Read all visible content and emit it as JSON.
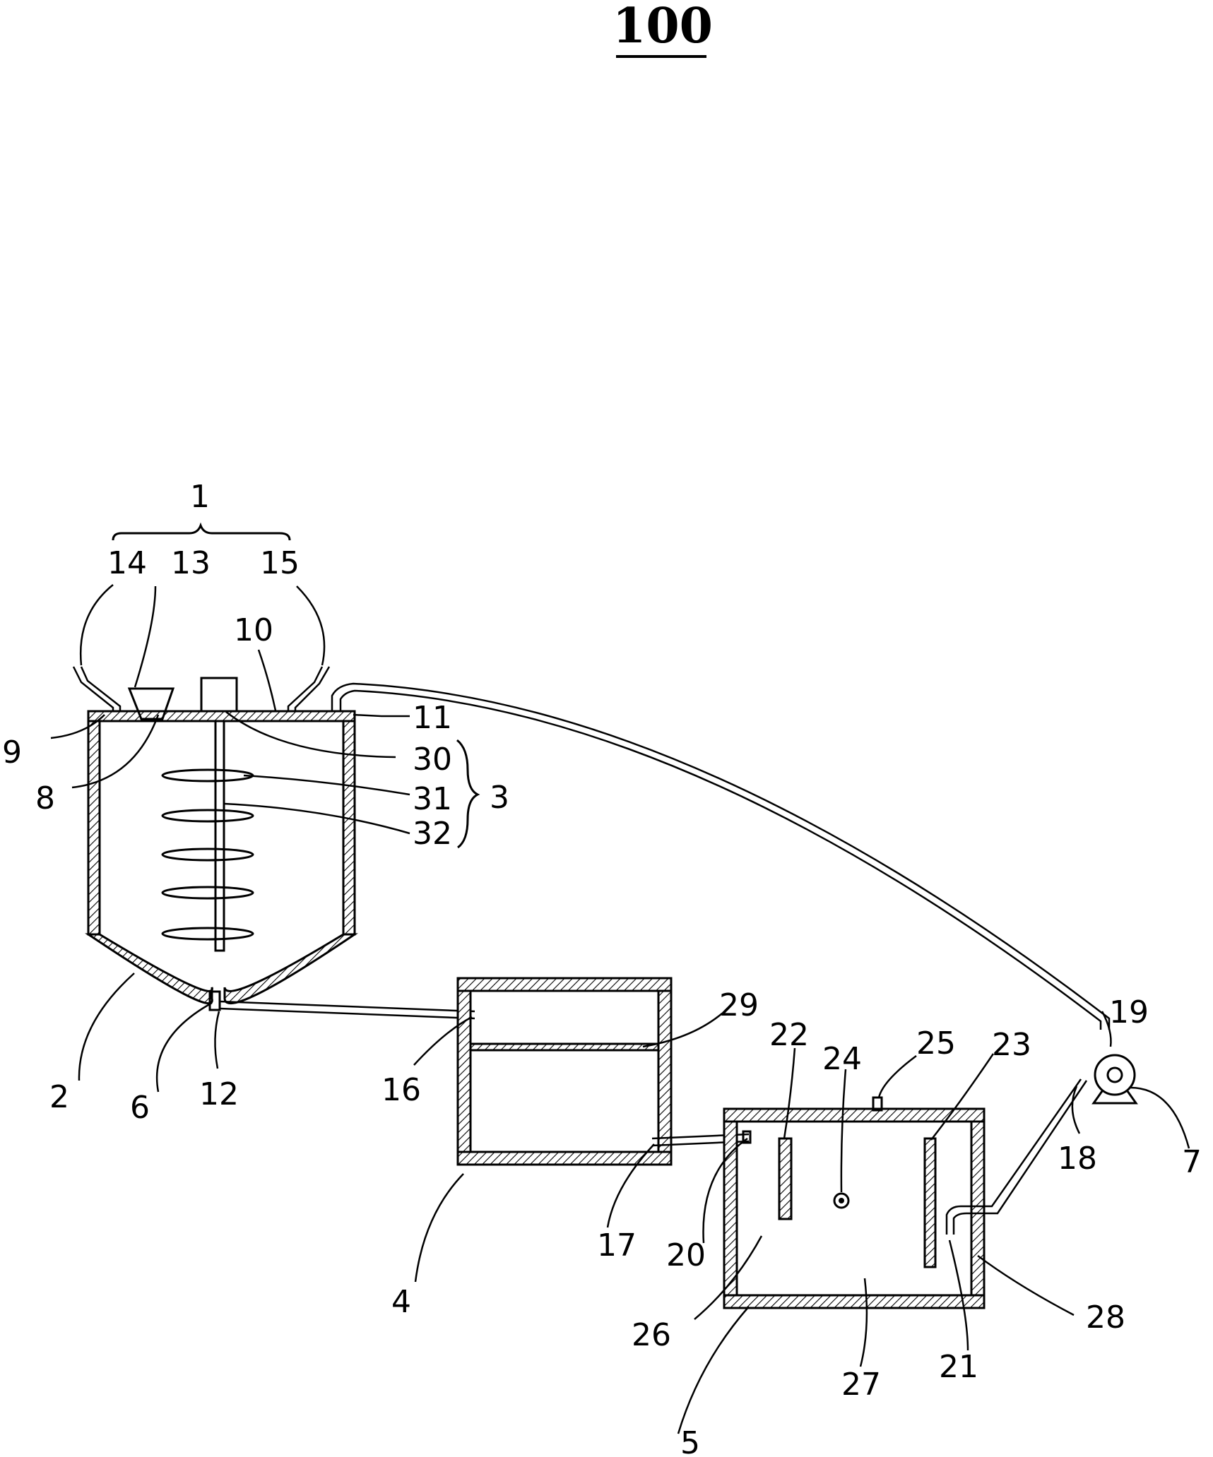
{
  "figure": {
    "title": "100",
    "labels": {
      "l1": "1",
      "l2": "2",
      "l3": "3",
      "l4": "4",
      "l5": "5",
      "l6": "6",
      "l7": "7",
      "l8": "8",
      "l9": "9",
      "l10": "10",
      "l11": "11",
      "l12": "12",
      "l13": "13",
      "l14": "14",
      "l15": "15",
      "l16": "16",
      "l17": "17",
      "l18": "18",
      "l19": "19",
      "l20": "20",
      "l21": "21",
      "l22": "22",
      "l23": "23",
      "l24": "24",
      "l25": "25",
      "l26": "26",
      "l27": "27",
      "l28": "28",
      "l29": "29",
      "l30": "30",
      "l31": "31",
      "l32": "32"
    }
  }
}
